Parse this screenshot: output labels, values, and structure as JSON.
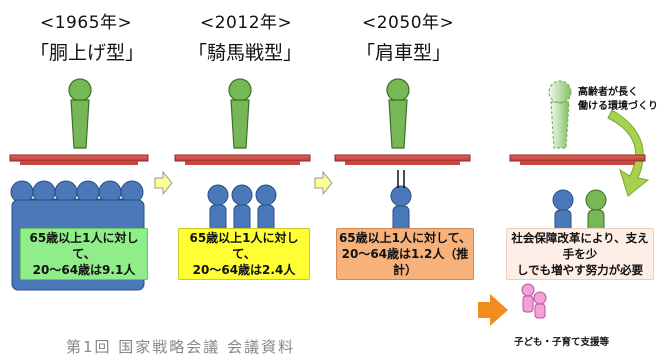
{
  "eras": [
    {
      "year": "<1965年>",
      "name": "「胴上げ型」",
      "ratio_line1": "65歳以上1人に対して、",
      "ratio_line2": "20～64歳は9.1人"
    },
    {
      "year": "<2012年>",
      "name": "「騎馬戦型」",
      "ratio_line1": "65歳以上1人に対して、",
      "ratio_line2": "20～64歳は2.4人"
    },
    {
      "year": "<2050年>",
      "name": "「肩車型」",
      "ratio_line1": "65歳以上1人に対して、",
      "ratio_line2": "20～64歳は1.2人（推計）"
    }
  ],
  "reform": {
    "line1": "社会保障改革により、支え手を少",
    "line2": "しでも増やす努力が必要"
  },
  "elderly_note": {
    "line1": "高齢者が長く",
    "line2": "働ける環境づくり"
  },
  "child_note": "子ども・子育て支援等",
  "bottom_text": "第1回 国家戦略会議 会議資料",
  "colors": {
    "person_blue": "#4a78b8",
    "person_green": "#76b855",
    "platform_red": "#d9554e",
    "box_green": "#90ee8a",
    "box_yellow": "#ffff33",
    "box_orange": "#f7b27c",
    "box_peach": "#fdeee6",
    "arrow_orange": "#f28c1c",
    "arrow_lightgreen": "#a6d24d"
  }
}
